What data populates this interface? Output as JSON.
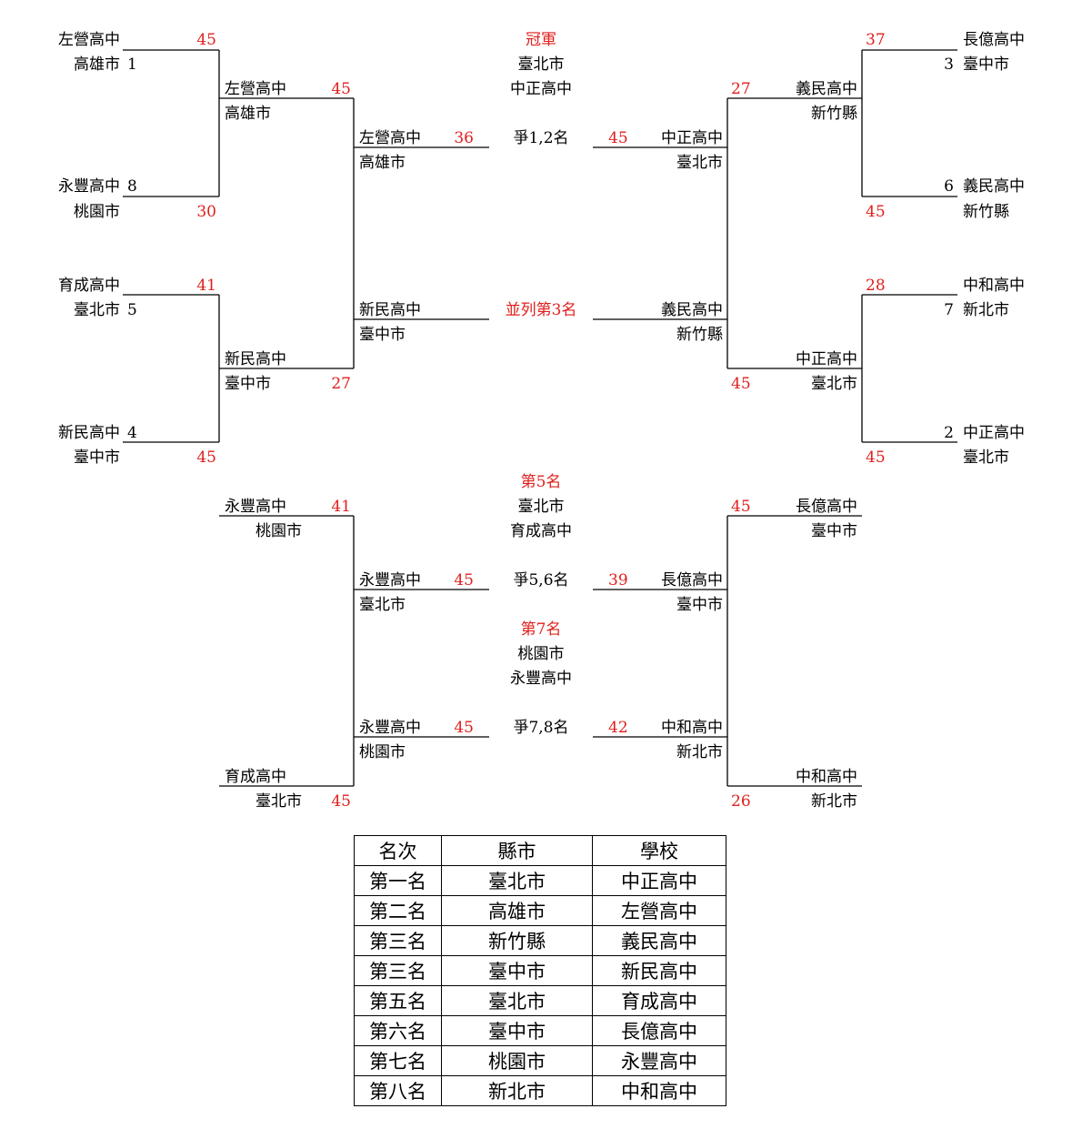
{
  "bracket": {
    "championship": {
      "champion_label": "冠軍",
      "champion_city": "臺北市",
      "champion_school": "中正高中",
      "game_label": "爭1,2名",
      "third_label": "並列第3名",
      "left_final": {
        "school": "左營高中",
        "city": "高雄市",
        "score": "36"
      },
      "right_final": {
        "school": "中正高中",
        "city": "臺北市",
        "score": "45"
      },
      "left_semi_lower": {
        "school": "新民高中",
        "city": "臺中市"
      },
      "right_semi_lower": {
        "school": "義民高中",
        "city": "新竹縣"
      },
      "left_r2_top": {
        "school": "左營高中",
        "city": "高雄市",
        "score": "45"
      },
      "left_r2_bottom": {
        "school": "新民高中",
        "city": "臺中市",
        "score": "27"
      },
      "right_r2_top": {
        "school": "義民高中",
        "city": "新竹縣",
        "score": "27"
      },
      "right_r2_bottom": {
        "school": "中正高中",
        "city": "臺北市",
        "score": "45"
      },
      "left_seeds": [
        {
          "school": "左營高中",
          "city": "高雄市",
          "seed": "1",
          "score": "45"
        },
        {
          "school": "永豐高中",
          "city": "桃園市",
          "seed": "8",
          "score": "30"
        },
        {
          "school": "育成高中",
          "city": "臺北市",
          "seed": "5",
          "score": "41"
        },
        {
          "school": "新民高中",
          "city": "臺中市",
          "seed": "4",
          "score": "45"
        }
      ],
      "right_seeds": [
        {
          "school": "長億高中",
          "city": "臺中市",
          "seed": "3",
          "score": "37"
        },
        {
          "school": "義民高中",
          "city": "新竹縣",
          "seed": "6",
          "score": "45"
        },
        {
          "school": "中和高中",
          "city": "新北市",
          "seed": "7",
          "score": "28"
        },
        {
          "school": "中正高中",
          "city": "臺北市",
          "seed": "2",
          "score": "45"
        }
      ]
    },
    "consolation": {
      "fifth_label": "第5名",
      "fifth_city": "臺北市",
      "fifth_school": "育成高中",
      "game56_label": "爭5,6名",
      "seventh_label": "第7名",
      "seventh_city": "桃園市",
      "seventh_school": "永豐高中",
      "game78_label": "爭7,8名",
      "left_top": {
        "school": "永豐高中",
        "city": "桃園市",
        "score": "41"
      },
      "left_bottom": {
        "school": "育成高中",
        "city": "臺北市",
        "score": "45"
      },
      "right_top": {
        "school": "長億高中",
        "city": "臺中市",
        "score": "45"
      },
      "right_bottom": {
        "school": "中和高中",
        "city": "新北市",
        "score": "26"
      },
      "left_56": {
        "school": "永豐高中",
        "city": "臺北市",
        "score": "45"
      },
      "right_56": {
        "school": "長億高中",
        "city": "臺中市",
        "score": "39"
      },
      "left_78": {
        "school": "永豐高中",
        "city": "桃園市",
        "score": "45"
      },
      "right_78": {
        "school": "中和高中",
        "city": "新北市",
        "score": "42"
      }
    }
  },
  "ranking": {
    "headers": [
      "名次",
      "縣市",
      "學校"
    ],
    "rows": [
      [
        "第一名",
        "臺北市",
        "中正高中"
      ],
      [
        "第二名",
        "高雄市",
        "左營高中"
      ],
      [
        "第三名",
        "新竹縣",
        "義民高中"
      ],
      [
        "第三名",
        "臺中市",
        "新民高中"
      ],
      [
        "第五名",
        "臺北市",
        "育成高中"
      ],
      [
        "第六名",
        "臺中市",
        "長億高中"
      ],
      [
        "第七名",
        "桃園市",
        "永豐高中"
      ],
      [
        "第八名",
        "新北市",
        "中和高中"
      ]
    ]
  },
  "colors": {
    "score": "#e0201e",
    "label_highlight": "#e0201e",
    "line": "#000000"
  }
}
